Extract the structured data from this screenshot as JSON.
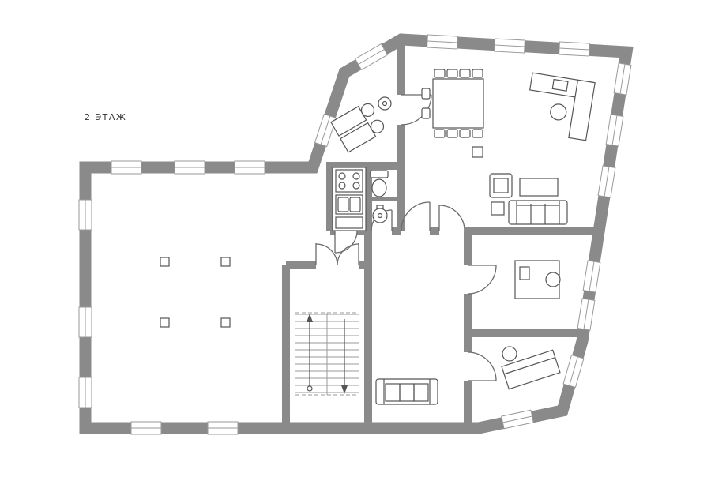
{
  "floor_plan": {
    "title": "2 ЭТАЖ",
    "colors": {
      "background": "#ffffff",
      "wall": "#8a8a8a",
      "furniture_line": "#555555",
      "thin_line": "#9a9a9a",
      "door_line": "#6a6a6a",
      "text": "#333333"
    },
    "icons": [
      "window",
      "door-swing",
      "double-door",
      "stairs",
      "stairs-up-arrow",
      "stairs-down-arrow",
      "conference-table",
      "conference-chair",
      "corner-desk",
      "office-chair",
      "monitor",
      "sofa",
      "coffee-table",
      "armchair",
      "side-table",
      "desk",
      "toilet",
      "wash-basin",
      "kitchen-counter",
      "kitchen-stove",
      "kitchen-sink",
      "column"
    ]
  }
}
